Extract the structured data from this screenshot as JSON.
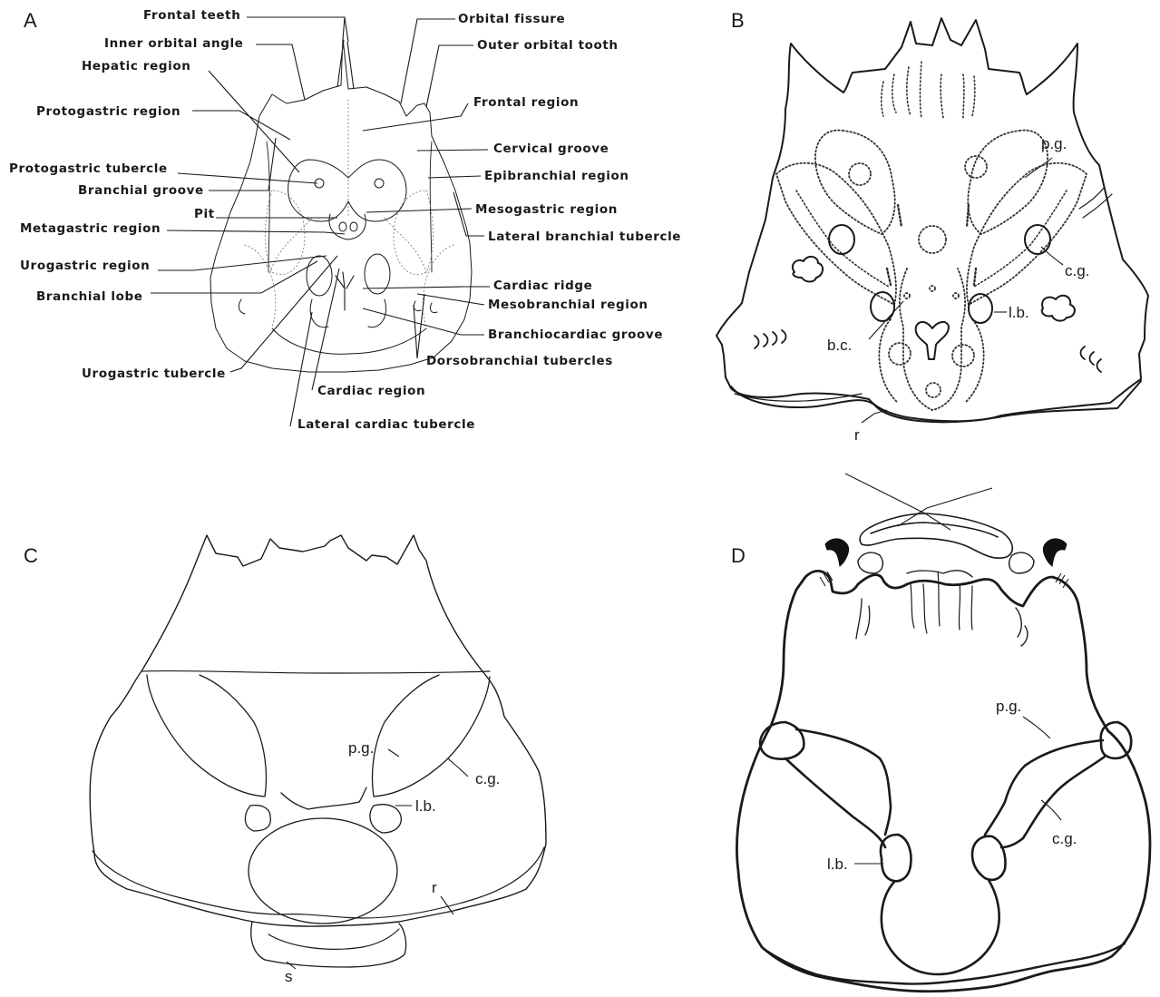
{
  "panels": {
    "A": {
      "letter": "A",
      "labels": [
        "Frontal teeth",
        "Inner orbital angle",
        "Hepatic region",
        "Protogastric region",
        "Protogastric tubercle",
        "Branchial groove",
        "Pit",
        "Metagastric region",
        "Urogastric region",
        "Branchial lobe",
        "Urogastric tubercle",
        "Cardiac region",
        "Lateral cardiac tubercle",
        "Orbital fissure",
        "Outer orbital tooth",
        "Frontal region",
        "Cervical groove",
        "Epibranchial region",
        "Mesogastric region",
        "Lateral branchial tubercle",
        "Cardiac ridge",
        "Mesobranchial region",
        "Branchiocardiac groove",
        "Dorsobranchial tubercles"
      ]
    },
    "B": {
      "letter": "B",
      "labels": [
        "p.g.",
        "c.g.",
        "l.b.",
        "b.c.",
        "r"
      ]
    },
    "C": {
      "letter": "C",
      "labels": [
        "p.g.",
        "c.g.",
        "l.b.",
        "r",
        "s"
      ]
    },
    "D": {
      "letter": "D",
      "labels": [
        "p.g.",
        "c.g.",
        "l.b."
      ]
    }
  }
}
